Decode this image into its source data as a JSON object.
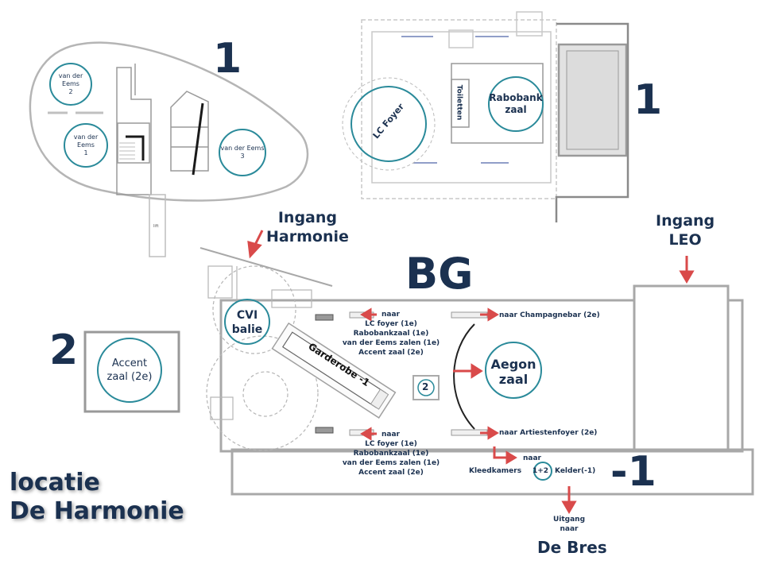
{
  "floor_labels": {
    "floor1_left": "1",
    "floor1_right": "1",
    "ground": "BG",
    "floor2": "2",
    "basement": "-1"
  },
  "entrances": {
    "harmonie": [
      "Ingang",
      "Harmonie"
    ],
    "leo": [
      "Ingang",
      "LEO"
    ]
  },
  "rooms": {
    "eems2": [
      "van der Eems",
      "2"
    ],
    "eems1": [
      "van der Eems",
      "1"
    ],
    "eems3": [
      "van der Eems",
      "3"
    ],
    "lc_foyer": "LC Foyer",
    "toiletten": "Toiletten",
    "rabobank": [
      "Rabobank",
      "zaal"
    ],
    "accent": [
      "Accent",
      "zaal (2e)"
    ],
    "cvi": [
      "CVI",
      "balie"
    ],
    "garderobe": "Garderobe -1",
    "aegon": [
      "Aegon",
      "zaal"
    ],
    "lift": "2",
    "lift_small": "lift"
  },
  "directions": {
    "top_left": [
      "naar",
      "LC foyer (1e)",
      "Rabobankzaal (1e)",
      "van der Eems zalen (1e)",
      "Accent zaal (2e)"
    ],
    "bottom_left": [
      "naar",
      "LC foyer (1e)",
      "Rabobankzaal (1e)",
      "van der Eems zalen (1e)",
      "Accent zaal (2e)"
    ],
    "champagnebar": "naar Champagnebar (2e)",
    "artiestenfoyer": "naar Artiestenfoyer (2e)",
    "kelder_naar": "naar",
    "kleedkamers": "Kleedkamers",
    "kleedkamers_num": "1+2",
    "kelder": "Kelder(-1)",
    "exit": [
      "Uitgang",
      "naar"
    ],
    "exit_dest": "De Bres"
  },
  "location_title": [
    "locatie",
    "De Harmonie"
  ],
  "colors": {
    "text": "#1b3150",
    "circle": "#2a8a9a",
    "arrow": "#d94a4a",
    "wall": "#9a9a9a"
  }
}
